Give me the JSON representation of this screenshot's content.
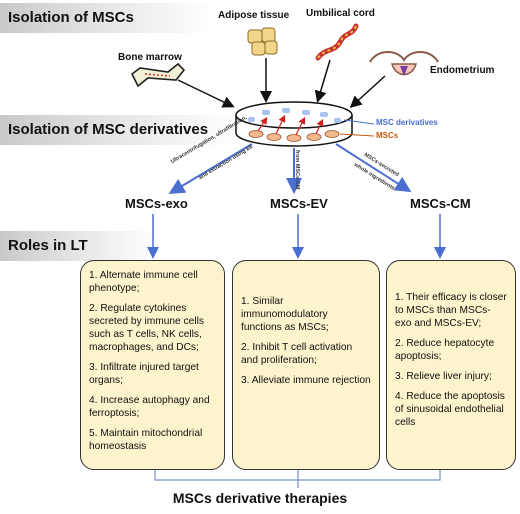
{
  "headers": {
    "isolation_mscs": "Isolation of MSCs",
    "isolation_derivatives": "Isolation of MSC derivatives",
    "roles": "Roles in LT"
  },
  "sources": {
    "adipose": "Adipose tissue",
    "umbilical": "Umbilical cord",
    "bone_marrow": "Bone marrow",
    "endometrium": "Endometrium"
  },
  "legend": {
    "derivatives": "MSC derivatives",
    "mscs": "MSCs",
    "derivatives_color": "#4a6fd1",
    "mscs_color": "#c55a11"
  },
  "methods": {
    "exo_line1": "Ultracentrifugation, ultrafiltration,",
    "exo_line2": "and extraction using kit",
    "ev": "from MSCs-CM",
    "cm_line1": "MSCs-secreted",
    "cm_line2": "whole ingredients"
  },
  "derivatives": {
    "exo": "MSCs-exo",
    "ev": "MSCs-EV",
    "cm": "MSCs-CM"
  },
  "roles": {
    "exo": [
      "1. Alternate immune cell phenotype;",
      "2. Regulate cytokines secreted by immune cells such as T cells, NK cells, macrophages, and DCs;",
      "3. Infiltrate injured target organs;",
      "4. Increase autophagy and ferroptosis;",
      "5. Maintain mitochondrial homeostasis"
    ],
    "ev": [
      "1. Similar immunomodulatory functions as MSCs;",
      "2. Inhibit T cell activation and proliferation;",
      "3. Alleviate immune rejection"
    ],
    "cm": [
      "1. Their efficacy is closer to MSCs than MSCs-exo and MSCs-EV;",
      "2. Reduce hepatocyte apoptosis;",
      "3. Relieve liver injury;",
      "4. Reduce the apoptosis of sinusoidal endothelial cells"
    ]
  },
  "footer": "MSCs derivative therapies",
  "colors": {
    "box_fill": "#fdf3cc",
    "arrow_blue": "#4a6fd1",
    "header_gray": "#c9c9c9"
  }
}
